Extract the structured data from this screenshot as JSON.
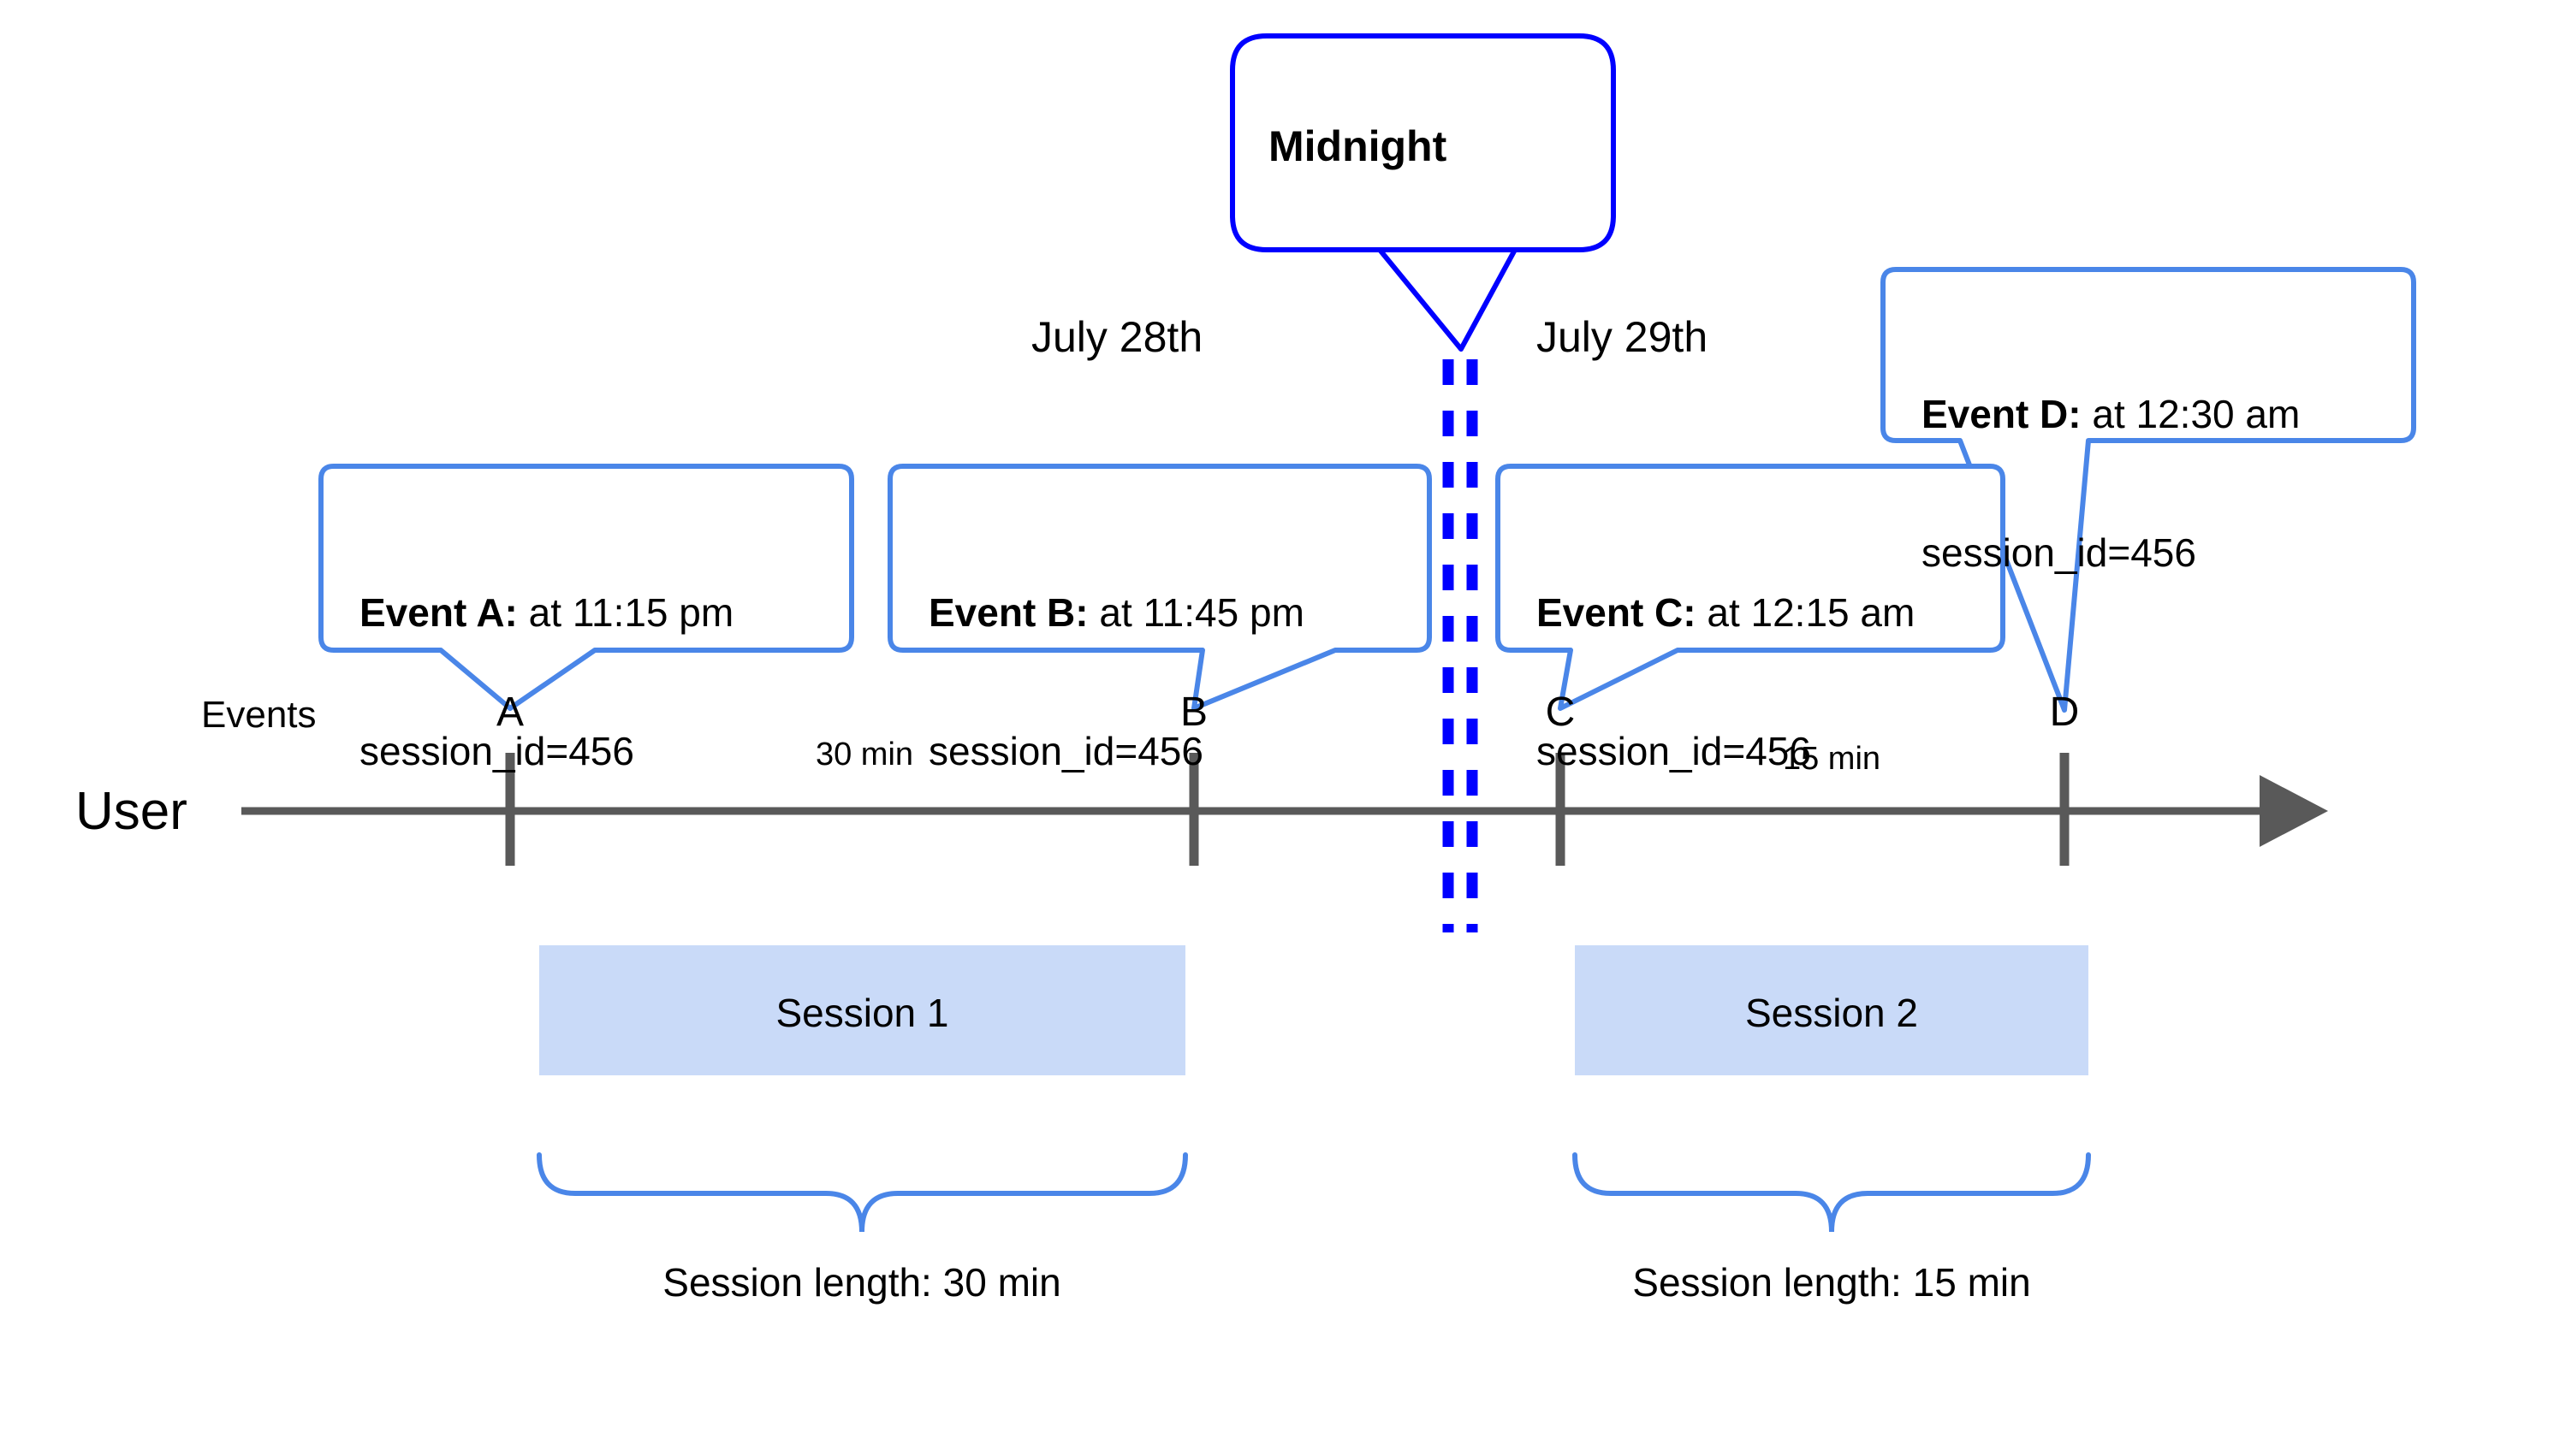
{
  "diagram": {
    "title_labels": {
      "user_axis_label": "User",
      "events_row_label": "Events"
    },
    "midnight_callout": {
      "label": "Midnight"
    },
    "date_labels": [
      {
        "name": "day-1",
        "text": "July 28th"
      },
      {
        "name": "day-2",
        "text": "July 29th"
      }
    ],
    "events": [
      {
        "letter": "A",
        "lead": "Event A:",
        "detail": " at 11:15 pm",
        "session_id": "session_id=456"
      },
      {
        "letter": "B",
        "lead": "Event B:",
        "detail": " at 11:45 pm",
        "session_id": "session_id=456"
      },
      {
        "letter": "C",
        "lead": "Event C:",
        "detail": " at 12:15 am",
        "session_id": "session_id=456"
      },
      {
        "letter": "D",
        "lead": "Event D:",
        "detail": " at 12:30 am",
        "session_id": "session_id=456"
      }
    ],
    "gaps": [
      {
        "name": "gap-a-b",
        "text": "30 min"
      },
      {
        "name": "gap-c-d",
        "text": "15 min"
      }
    ],
    "sessions": [
      {
        "box_label": "Session 1",
        "length_label": "Session length: 30 min"
      },
      {
        "box_label": "Session 2",
        "length_label": "Session length: 15 min"
      }
    ],
    "colors": {
      "callout_border": "#4A86E8",
      "midnight_border": "#0000FF",
      "midnight_dash": "#0000FF",
      "axis": "#595959",
      "session_fill": "#C9DAF8",
      "brace": "#4A86E8",
      "text": "#000000",
      "background": "#FFFFFF"
    }
  }
}
